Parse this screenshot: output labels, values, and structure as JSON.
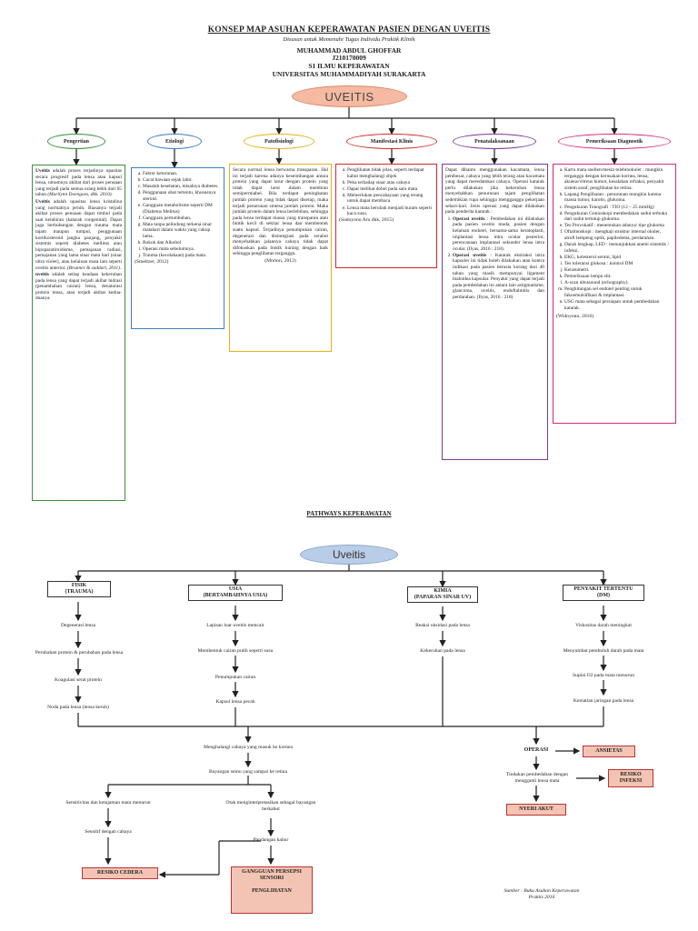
{
  "header": {
    "title": "KONSEP MAP ASUHAN KEPERAWATAN PASIEN DENGAN UVEITIS",
    "subtitle": "Disusun untuk Memenuhi Tugas Individu Praktik Klinik",
    "author": "MUHAMMAD ABDUL GHOFFAR",
    "nim": "J210170009",
    "program": "S1 ILMU KEPERAWATAN",
    "university": "UNIVERSITAS MUHAMMADIYAH SURAKARTA"
  },
  "concept_map": {
    "root": "UVEITIS",
    "categories": [
      {
        "label": "Pengertian",
        "color": "#3c8f3c"
      },
      {
        "label": "Etiologi",
        "color": "#3d7fbf"
      },
      {
        "label": "Patofisiologi",
        "color": "#e0b21c"
      },
      {
        "label": "Manifestasi Klinis",
        "color": "#cc2a2a"
      },
      {
        "label": "Penatalaksanaan",
        "color": "#7a3c94"
      },
      {
        "label": "Pemeriksaan Diagnostik",
        "color": "#d42a79"
      }
    ],
    "pengertian": {
      "p1_term": "Uveitis",
      "p1_text": "adalah proses terjadinya opasitas secara progresif pada lensa atau kapsul lensa, umumnya akibat dari proses penuaan yang terjadi pada semua orang lebih dari 65 tahun",
      "p1_ref": "(Marilynn Doengoes, dkk. 2010).",
      "p2_term": "Uveitis",
      "p2_text": "adalah opasitas lensa kristalina yang normalnya jernih. Biasanya terjadi akibat proses penuaan dapat timbul pada saat kelahiran (katarak congenital). Dapat juga berhubungan dengan trauma mata tajam maupun tumpul, penggunaan kortikosteroid jangka panjang, penyakit sistemis seperti diabetes mellitus atau hipoparatiroidisme, pemajanan radiasi, pemajanan yang lama sinar mata hari (sinar ultra violet), atau kelainan mata lain seperti uveitis anterior.",
      "p2_ref": "(Brunner & suddart, 2011).",
      "p3_term": "uveitis",
      "p3_text": "adalah setiap keadaan kekeruhan pada lensa yang dapat terjadi akibat hidrasi (penambahan cairan) lensa, denaturasi protein lensa, atau terjadi akibat kedua-duanya"
    },
    "etiologi": {
      "items": [
        "Faktor keturunan.",
        "Cacat bawaan sejak lahir.",
        "Masalah kesehatan, misalnya diabetes.",
        "Penggunaan obat tertentu, khususnya steroid.",
        "Gangguan metabolisme seperti DM (Diabetus Melitus)",
        "Gangguan pertumbuhan,",
        "Mata tanpa pelindung terkena sinar matahari dalam waktu yang cukup lama.",
        "Rokok dan Alkohol",
        "Operasi mata sebelumnya.",
        "Trauma (kecelakaan) pada mata."
      ],
      "source": "(Smeltzer, 2012)"
    },
    "patofisiologi": {
      "text": "Secara normal lensa berwarna transparan. Hal ini terjadi karena adanya keseimbangan antara protein yang dapat larut dengan protein yang tidak dapat larut dalam membran semipermiabel. Bila terdapat peningkatan jumlah protein yang tidak dapat diserap, maka terjadi penurunan sintesa jumlah protein. Maka jumlah protein dalam lensa berlebihan, sehingga pada lensa terdapat massa yang transparan atau bintik kecil di sekitar lensa dan membentuk suatu kapsul. Terjadinya penumpukan cairan, degenerasi dan disintegrasi pada serabut menyebabkan jalannya cahaya tidak dapat difokuskan pada bintik kuning dengan baik sehingga penglihatan terganggu.",
      "source": "(Morton, 2012)"
    },
    "manifestasi": {
      "items": [
        "Penglihatan tidak jelas, seperti terdapat kabut menghalangi objek",
        "Peka terhadap sinar atau cahaya",
        "Dapat melihat dobel pada satu mata",
        "Memerlukan pencahayaan yang terang untuk dapat membaca",
        "Lensa mata berubah menjadi buram seperti kaca susu."
      ],
      "source": "(Sudoyono Aru dkk, 2015)"
    },
    "penatalaksanaan": {
      "intro": "Dapat dibantu menggunakan kacamata, lensa pembesar, cahaya yang lebih terang atau kacamata yang dapat meredamkan cahaya. Operasi katarak perlu dilakukan jika kekeruhan lensa menyebabkan penurunan tajam penglihatan sedemikian rupa sehingga mengganggu pekerjaan sehari-hari. Jenis operasi yang dapat dilakukan pada penderita katarak :",
      "op1_term": "Operasi uveitis",
      "op1_text": ": Pembedahan ini dilakukan pada pasien uveitis muda, pasien dengan kelainan endotel, bersama-sama keratoplasti, implantasi lensa intra ocular posterior, perencanaan implantasi sekunder lensa intra ocular. (Ilyas, 2016 : 218).",
      "op2_term": "Operasi uveitis",
      "op2_text": ": Katarak ekstraksi intra kapsuler ini tidak boleh dilakukan atau kontra indikasi pada pasien berusia kurang dari 40 tahun yang masih mempunyai ligament hialoidea kapsular. Penyakit yang dapat terjadi pada pembedahan ini antara lain astigmatisme, glaucoma, uveitis, endoftalmitis dan perdarahan. (Ilyas, 2016 : 218)"
    },
    "pemeriksaan": {
      "items": [
        "Kartu mata snellen/mesin telebinokuler : mungkin terganggu dengan kerusakan kornea, lensa, akueus/vitreus humor, kesalahan refraksi, penyakit sistem saraf, penglihatan ke retina.",
        "Lapang Penglihatan : penurunan mungkin karena massa tumor, karotis, glukoma.",
        "Pengukuran Tonografi : TIO (12 – 25 mmHg)",
        "Pengukuran Gonioskopi membedakan sudut terbuka dari sudut tertutup glukoma.",
        "Tes Provokatif : menentukan adanya/ tipe glukoma",
        "Oftalmoskopi : mengkaji struktur internal okuler, atrofi lempeng optik, papiledema, perdarahan.",
        "Darah lengkap, LED : menunjukkan anemi sistemik / infeksi.",
        "EKG, kolesterol serum, lipid",
        "Tes toleransi glukosa : kontrol DM",
        "Keratometri.",
        "Pemeriksaan lampu slit.",
        "A-scan ultrasound (echography).",
        "Penghitungan sel endotel penting untuk fakoemulsifikasi & implantasi.",
        "USG mata sebagai persiapan untuk pembedahan katarak."
      ],
      "source": "(Widoyono, 2016)"
    }
  },
  "pathway": {
    "title": "PATHWAYS KEPERAWATAN",
    "root": "Uveitis",
    "causes": [
      "FISIK\n(TRAUMA)",
      "USIA\n(BERTAMBAHNYA USIA)",
      "KIMIA\n(PAPARAN SINAR UV)",
      "PENYAKIT TERTENTU\n(DM)"
    ],
    "col1": [
      "Degenerasi lensa",
      "Perubahan protein & perubahan pada lensa",
      "Koagulasi serat protein",
      "Noda pada lensa (lensa keruh)"
    ],
    "col2": [
      "Lapisan luar uveitis mencair",
      "Membentuk cairan putih seperti susu",
      "Penumpukan cairan",
      "Kapsul lensa pecah"
    ],
    "col3": [
      "Reaksi oksidasi pada lensa",
      "Kekeruhan pada lensa"
    ],
    "col4": [
      "Viskositas darah meningkat",
      "Menyumbat pembuluh darah pada mata",
      "Suplai O2 pada mata menurun",
      "Kematian jaringan pada lensa"
    ],
    "merge1": "Menghalangi cahaya yang masuk ke kornea",
    "merge2": "Bayangan semu yang sampai ke retina",
    "left_branch": [
      "Sensitivitas dan ketajaman mata menurun",
      "Sensitif dengan cahaya"
    ],
    "right_branch": [
      "Otak menginterpretasikan sebagai bayangan berkabut",
      "Pandangan kabur"
    ],
    "operasi": "OPERASI",
    "tindakan": "Tindakan pembedahan dengan mengganti lensa mata",
    "diagnoses": {
      "ansietas": "ANSIETAS",
      "resiko_infeksi": "RESIKO\nINFEKSI",
      "nyeri": "NYERI AKUT",
      "resiko_cedera": "RESIKO CEDERA",
      "persepsi": "GANGGUAN PERSEPSI\nSENSORI\n\nPENGLIHATAN"
    },
    "footnote": "Sumber : Buku Asuhan Keperawatan Praktis 2016"
  }
}
